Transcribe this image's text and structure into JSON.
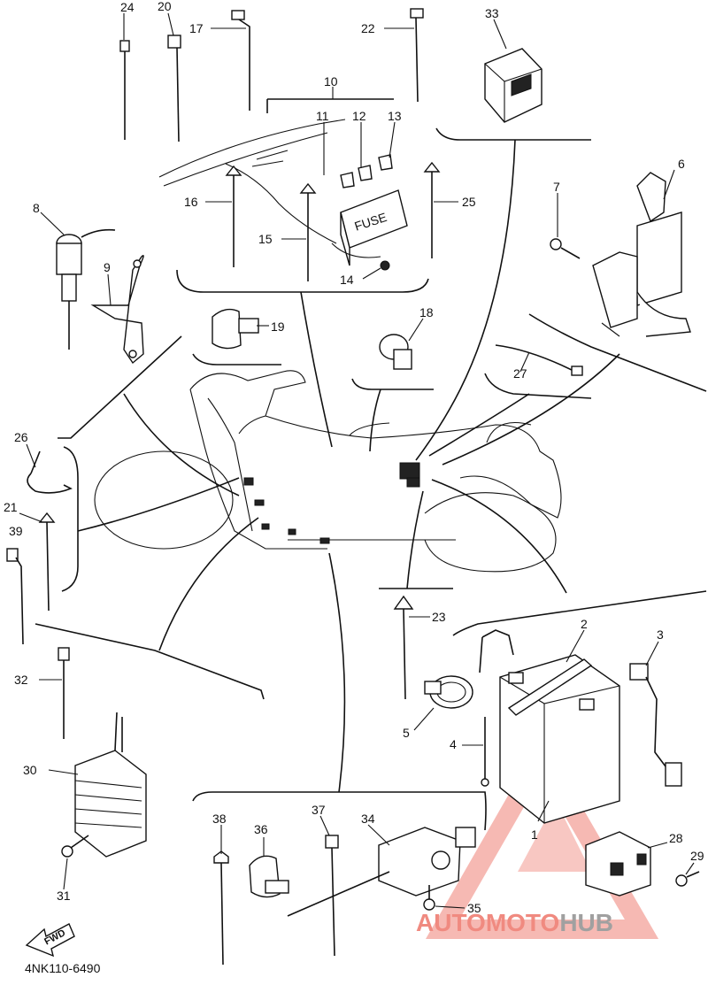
{
  "callouts": [
    "1",
    "2",
    "3",
    "4",
    "5",
    "6",
    "7",
    "8",
    "9",
    "10",
    "11",
    "12",
    "13",
    "14",
    "15",
    "16",
    "17",
    "18",
    "19",
    "20",
    "21",
    "22",
    "23",
    "24",
    "25",
    "26",
    "27",
    "28",
    "29",
    "30",
    "31",
    "32",
    "33",
    "34",
    "35",
    "36",
    "37",
    "38",
    "39"
  ],
  "fuse_box_text": "FUSE",
  "forward_arrow_text": "FWD",
  "drawing_code": "4NK110-6490",
  "watermark": {
    "part1": "AUTO",
    "part2": "MOTO",
    "part3": "HUB",
    "colors": [
      "#f08a80",
      "#a0a0a0"
    ]
  }
}
